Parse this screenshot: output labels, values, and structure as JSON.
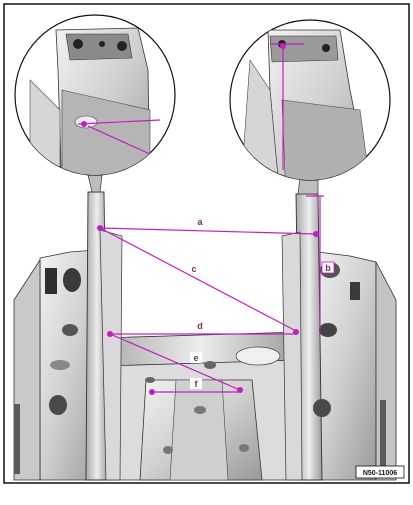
{
  "diagram": {
    "measurement_labels": [
      "a",
      "c",
      "d",
      "e",
      "f",
      "b"
    ],
    "reference_code": "N50-11006",
    "colors": {
      "measure_line": "#c020c0",
      "label_fill": "#ffffff",
      "label_text": "#6b2d6b",
      "metal_light": "#e3e3e3",
      "metal_mid": "#bdbdbd",
      "metal_dark": "#6a6a6a",
      "outline": "#111111"
    }
  }
}
